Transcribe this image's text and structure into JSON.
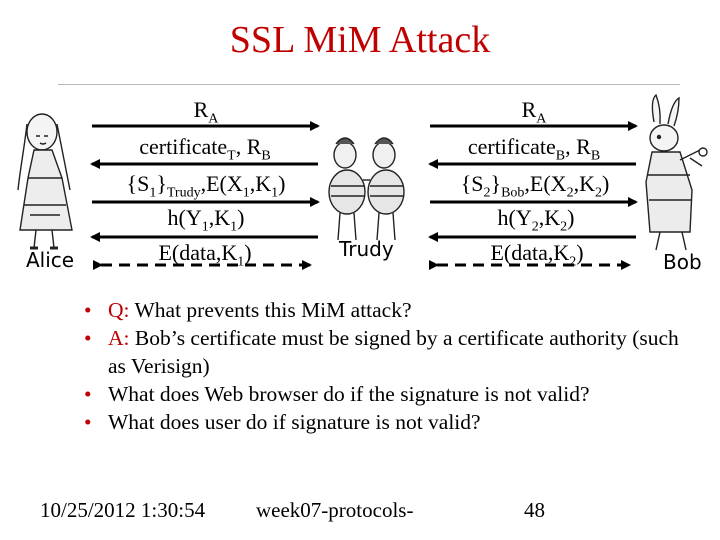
{
  "title": "SSL MiM Attack",
  "parties": {
    "alice": "Alice",
    "trudy": "Trudy",
    "bob": "Bob"
  },
  "left_messages": {
    "m1": {
      "a": "R",
      "sub": "A"
    },
    "m2": {
      "a": "certificate",
      "sub1": "T",
      "b": ", R",
      "sub2": "B"
    },
    "m3": {
      "a": "{S",
      "s1": "1",
      "b": "}",
      "s2": "Trudy",
      "c": ",E(X",
      "s3": "1",
      "d": ",K",
      "s4": "1",
      "e": ")"
    },
    "m4": {
      "a": "h(Y",
      "s1": "1",
      "b": ",K",
      "s2": "1",
      "c": ")"
    },
    "m5": {
      "a": "E(data,K",
      "s1": "1",
      "b": ")"
    }
  },
  "right_messages": {
    "m1": {
      "a": "R",
      "sub": "A"
    },
    "m2": {
      "a": "certificate",
      "sub1": "B",
      "b": ", R",
      "sub2": "B"
    },
    "m3": {
      "a": "{S",
      "s1": "2",
      "b": "}",
      "s2": "Bob",
      "c": ",E(X",
      "s3": "2",
      "d": ",K",
      "s4": "2",
      "e": ")"
    },
    "m4": {
      "a": "h(Y",
      "s1": "2",
      "b": ",K",
      "s2": "2",
      "c": ")"
    },
    "m5": {
      "a": "E(data,K",
      "s1": "2",
      "b": ")"
    }
  },
  "bullets": [
    {
      "label": "Q:",
      "text": " What prevents this MiM attack?"
    },
    {
      "label": "A:",
      "text": " Bob’s certificate must be signed by a certificate authority (such as Verisign)"
    },
    {
      "label": "",
      "text": "What does Web browser do if the signature is not valid?"
    },
    {
      "label": "",
      "text": "What does user do if signature is not valid?"
    }
  ],
  "footer": {
    "date": "10/25/2012 1:30:54",
    "file": "week07-protocols-",
    "page": "48"
  },
  "colors": {
    "title": "#c00000",
    "bullet": "#c00000"
  },
  "icons": [
    "alice-illustration",
    "trudy-illustration",
    "bob-illustration"
  ]
}
